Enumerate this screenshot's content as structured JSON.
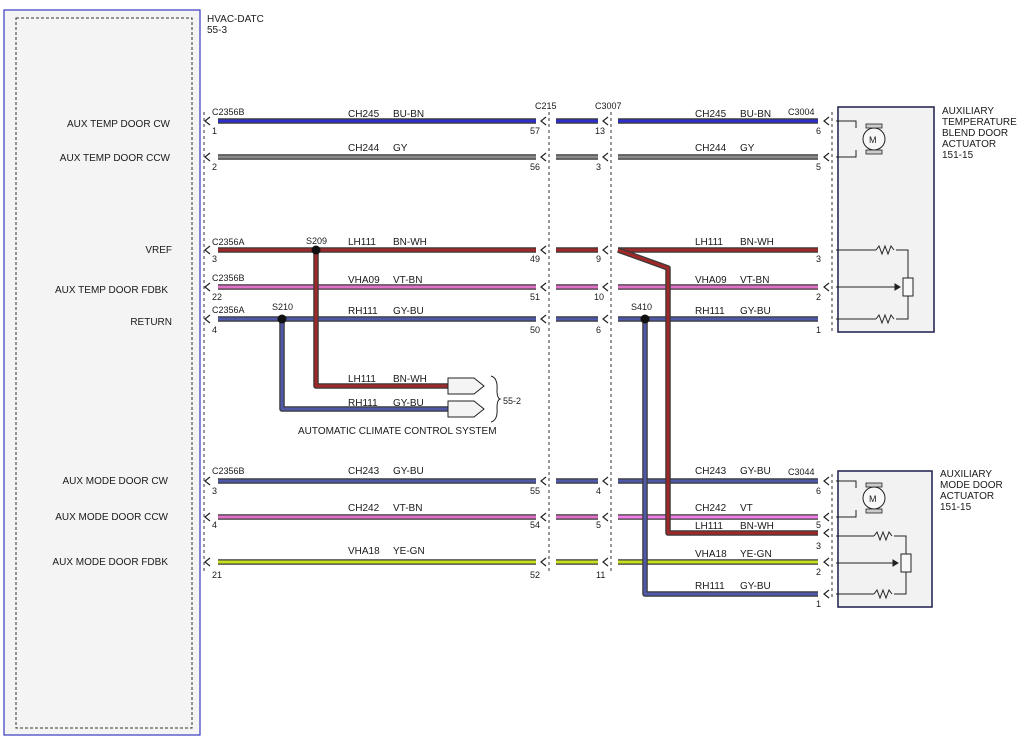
{
  "module": {
    "name": "HVAC-DATC",
    "ref": "55-3"
  },
  "signals": [
    {
      "key": "cw",
      "label": "AUX TEMP DOOR CW"
    },
    {
      "key": "ccw",
      "label": "AUX TEMP DOOR CCW"
    },
    {
      "key": "vref",
      "label": "VREF"
    },
    {
      "key": "fdbk",
      "label": "AUX TEMP DOOR FDBK"
    },
    {
      "key": "ret",
      "label": "RETURN"
    },
    {
      "key": "mcw",
      "label": "AUX MODE DOOR CW"
    },
    {
      "key": "mccw",
      "label": "AUX MODE DOOR CCW"
    },
    {
      "key": "mfdbk",
      "label": "AUX MODE DOOR FDBK"
    }
  ],
  "module_connectors": {
    "c1": "C2356B",
    "c2": "C2356A",
    "c3": "C2356B",
    "c4": "C2356A",
    "c5": "C2356B"
  },
  "module_pins": {
    "cw": "1",
    "ccw": "2",
    "vref": "3",
    "fdbk": "22",
    "ret": "4",
    "mcw": "3",
    "mccw": "4",
    "mfdbk": "21"
  },
  "inline": {
    "c215": "C215",
    "c3007": "C3007",
    "c3004": "C3004",
    "c3044": "C3044"
  },
  "c215_pins": {
    "cw": "57",
    "ccw": "56",
    "vref": "49",
    "fdbk": "51",
    "ret": "50",
    "mcw": "55",
    "mccw": "54",
    "mfdbk": "52"
  },
  "c3007_pins": {
    "cw": "13",
    "ccw": "3",
    "vref": "9",
    "fdbk": "10",
    "ret": "6",
    "mcw": "4",
    "mccw": "5",
    "mfdbk": "11"
  },
  "circuits_left": {
    "cw": {
      "ckt": "CH245",
      "color": "BU-BN"
    },
    "ccw": {
      "ckt": "CH244",
      "color": "GY"
    },
    "vref": {
      "ckt": "LH111",
      "color": "BN-WH"
    },
    "fdbk": {
      "ckt": "VHA09",
      "color": "VT-BN"
    },
    "ret": {
      "ckt": "RH111",
      "color": "GY-BU"
    },
    "mcw": {
      "ckt": "CH243",
      "color": "GY-BU"
    },
    "mccw": {
      "ckt": "CH242",
      "color": "VT-BN"
    },
    "mfdbk": {
      "ckt": "VHA18",
      "color": "YE-GN"
    }
  },
  "circuits_right": {
    "cw": {
      "ckt": "CH245",
      "color": "BU-BN"
    },
    "ccw": {
      "ckt": "CH244",
      "color": "GY"
    },
    "vref": {
      "ckt": "LH111",
      "color": "BN-WH"
    },
    "fdbk": {
      "ckt": "VHA09",
      "color": "VT-BN"
    },
    "ret": {
      "ckt": "RH111",
      "color": "GY-BU"
    },
    "mcw": {
      "ckt": "CH243",
      "color": "GY-BU"
    },
    "mccw": {
      "ckt": "CH242",
      "color": "VT"
    },
    "mvref": {
      "ckt": "LH111",
      "color": "BN-WH"
    },
    "mfdbk": {
      "ckt": "VHA18",
      "color": "YE-GN"
    },
    "mret": {
      "ckt": "RH111",
      "color": "GY-BU"
    }
  },
  "splices": {
    "s209": "S209",
    "s210": "S210",
    "s410": "S410"
  },
  "branch": {
    "lh": {
      "ckt": "LH111",
      "color": "BN-WH"
    },
    "rh": {
      "ckt": "RH111",
      "color": "GY-BU"
    },
    "ref": "55-2",
    "title": "AUTOMATIC CLIMATE CONTROL SYSTEM"
  },
  "actuator1": {
    "line1": "AUXILIARY",
    "line2": "TEMPERATURE",
    "line3": "BLEND DOOR",
    "line4": "ACTUATOR",
    "line5": "151-15",
    "pins": {
      "p6": "6",
      "p5": "5",
      "p3": "3",
      "p2": "2",
      "p1": "1"
    }
  },
  "actuator2": {
    "line1": "AUXILIARY",
    "line2": "MODE DOOR",
    "line3": "ACTUATOR",
    "line4": "151-15",
    "pins": {
      "p6": "6",
      "p5": "5",
      "p3": "3",
      "p2": "2",
      "p1": "1"
    }
  },
  "colors": {
    "bu_bn": "#2f2ec8",
    "gy": "#8a8a8a",
    "bn_wh": "#a02828",
    "vt_bn": "#e070c8",
    "gy_bu": "#5058a8",
    "ye_gn": "#c8e020",
    "vt": "#f080e8",
    "outline": "#3a3a3a",
    "module_border": "#3a3ac0"
  }
}
